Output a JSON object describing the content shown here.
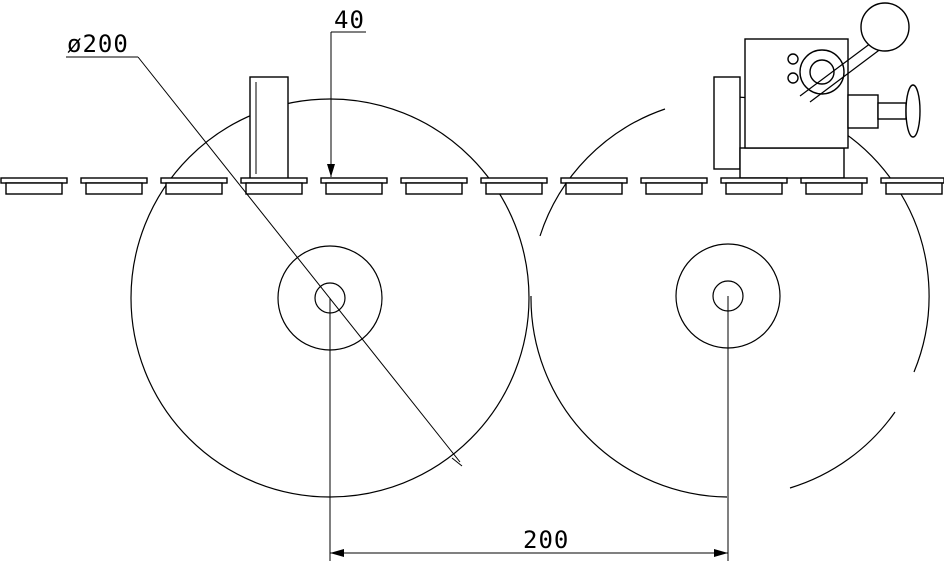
{
  "drawing": {
    "diameter_label": "ø200",
    "height_label": "40",
    "center_distance_label": "200"
  },
  "rollers": {
    "count": 12
  }
}
